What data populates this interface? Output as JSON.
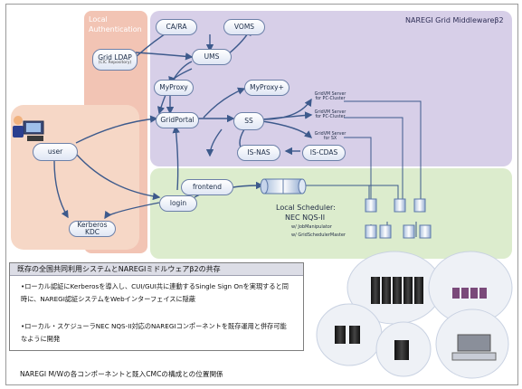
{
  "regions": {
    "local_auth_title": "Local\nAuthentication",
    "middleware_title": "NAREGI Grid Middlewareβ2",
    "scheduler_title": "Local Scheduler:",
    "scheduler_sub": "NEC NQS-II",
    "scheduler_small1": "w/ JobManipulator",
    "scheduler_small2": "w/ GridSchedulerMaster"
  },
  "nodes": {
    "gridldap": "Grid LDAP",
    "gridldap_sub": "(CIC Repository)",
    "ca_ra": "CA/RA",
    "voms": "VOMS",
    "ums": "UMS",
    "myproxy": "MyProxy",
    "myproxy_plus": "MyProxy+",
    "gridportal": "GridPortal",
    "ss": "SS",
    "is_nas": "IS-NAS",
    "is_cdas": "IS-CDAS",
    "user": "user",
    "frontend": "frontend",
    "login": "login",
    "kerberos": "Kerberos KDC"
  },
  "servers": [
    {
      "line1": "GridVM Server",
      "line2": "for PC-Cluster"
    },
    {
      "line1": "GridVM Server",
      "line2": "for PC-Cluster"
    },
    {
      "line1": "GridVM Server",
      "line2": "for SX"
    }
  ],
  "notes": {
    "header": "既存の全国共同利用システムとNAREGIミドルウェアβ2の共存",
    "bullet1": "•ローカル認証にKerberosを導入し、CUI/GUI共に連動するSingle Sign Onを実現すると同時に、NAREGI認証システムをWebインターフェイスに隠蔽",
    "bullet2": "•ローカル・スケジューラNEC NQS-II対応のNAREGIコンポーネントを既存運用と併存可能なように開発"
  },
  "caption": "NAREGI M/Wの各コンポーネントと既入CMCの構成との位置関係",
  "colors": {
    "auth_region": "#f2c4b4",
    "middleware_region": "#d7cfe8",
    "scheduler_region": "#dceccd",
    "arrow": "#3d5a8c"
  }
}
